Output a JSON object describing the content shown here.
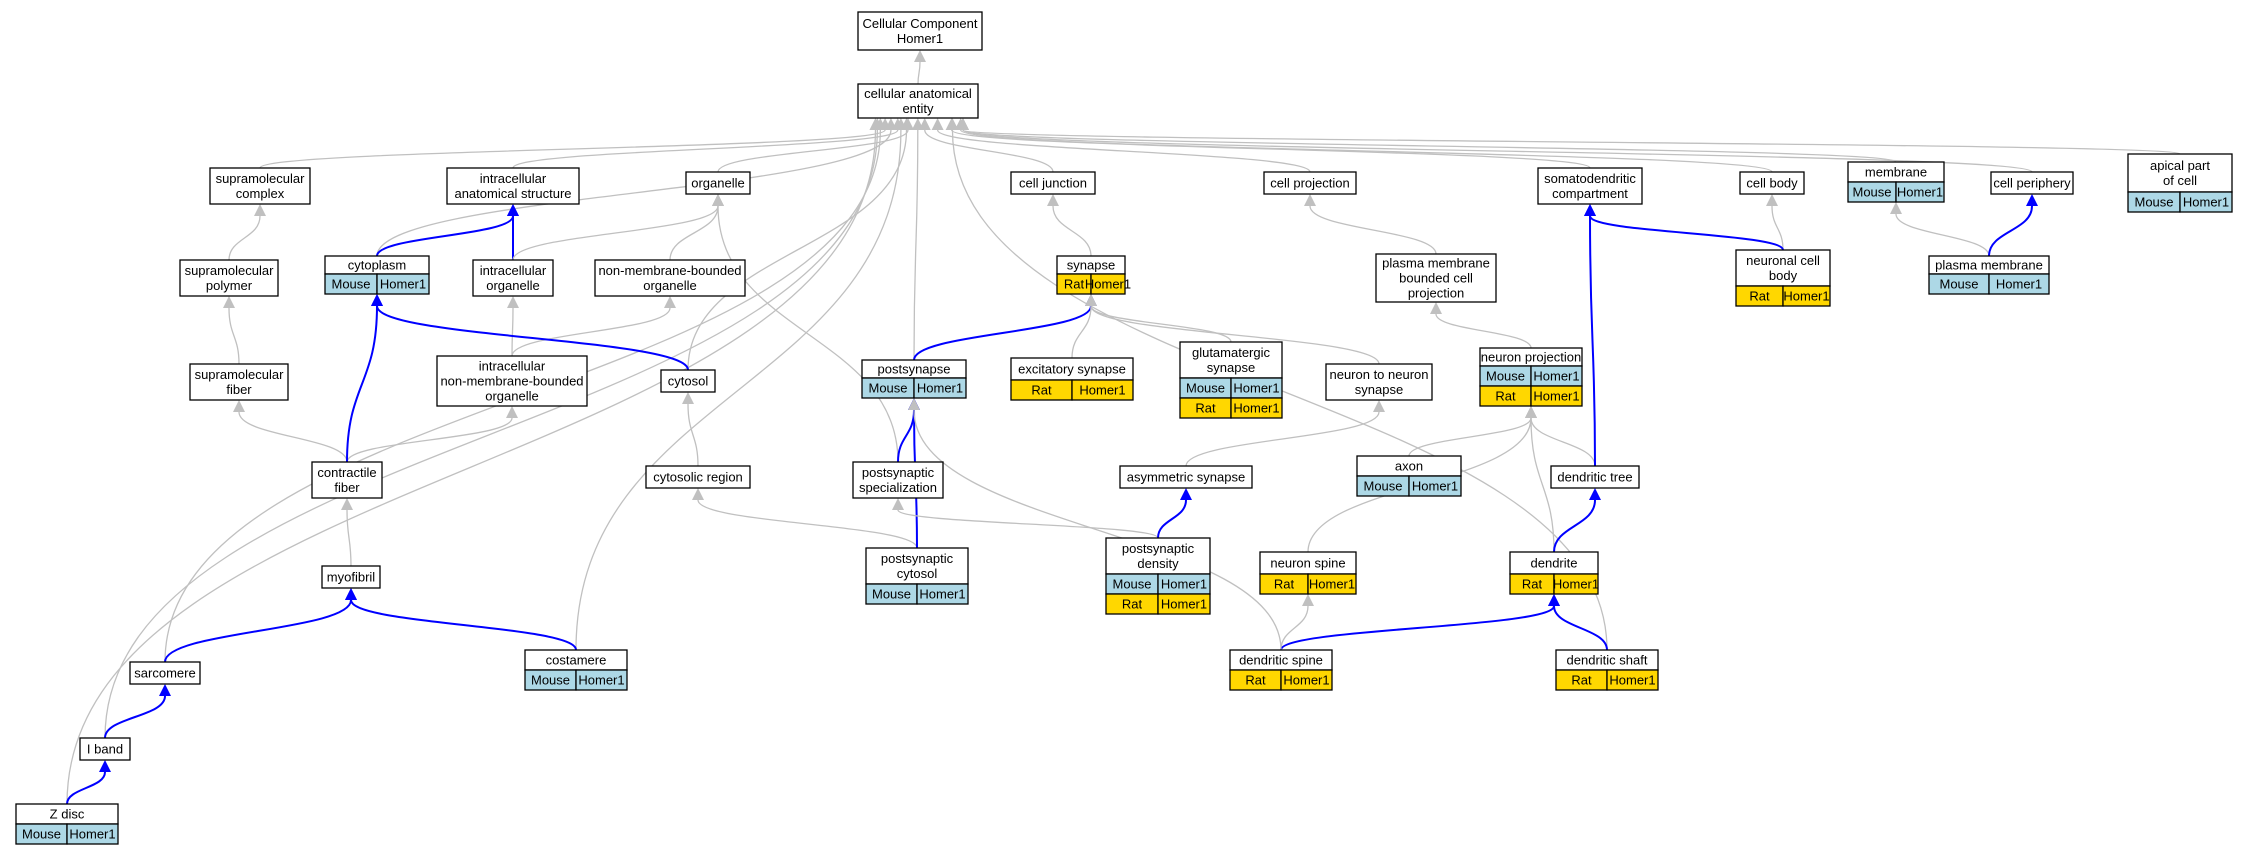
{
  "ontology": "Cellular Component",
  "gene": "Homer1",
  "legend": {
    "mouse_color": "#add8e6",
    "rat_color": "#ffd700",
    "is_a_color": "#c0c0c0",
    "part_of_color": "#0000ff"
  },
  "terms": {
    "root": [
      "Cellular Component",
      "Homer1"
    ],
    "cae": [
      "cellular anatomical",
      "entity"
    ],
    "supra_complex": [
      "supramolecular",
      "complex"
    ],
    "ias": [
      "intracellular",
      "anatomical structure"
    ],
    "organelle": [
      "organelle"
    ],
    "cell_junction": [
      "cell junction"
    ],
    "cell_projection": [
      "cell projection"
    ],
    "somatodendritic": [
      "somatodendritic",
      "compartment"
    ],
    "cell_body": [
      "cell body"
    ],
    "membrane": [
      "membrane"
    ],
    "cell_periphery": [
      "cell periphery"
    ],
    "apical": [
      "apical part",
      "of cell"
    ],
    "supra_polymer": [
      "supramolecular",
      "polymer"
    ],
    "cytoplasm": [
      "cytoplasm"
    ],
    "intra_organelle": [
      "intracellular",
      "organelle"
    ],
    "nmb_organelle": [
      "non-membrane-bounded",
      "organelle"
    ],
    "synapse": [
      "synapse"
    ],
    "pmbcp": [
      "plasma membrane",
      "bounded cell",
      "projection"
    ],
    "neuronal_cell_body": [
      "neuronal cell",
      "body"
    ],
    "plasma_membrane": [
      "plasma membrane"
    ],
    "supra_fiber": [
      "supramolecular",
      "fiber"
    ],
    "inmb_organelle": [
      "intracellular",
      "non-membrane-bounded",
      "organelle"
    ],
    "cytosol": [
      "cytosol"
    ],
    "postsynapse": [
      "postsynapse"
    ],
    "excitatory": [
      "excitatory synapse"
    ],
    "glutamatergic": [
      "glutamatergic",
      "synapse"
    ],
    "n2n_synapse": [
      "neuron to neuron",
      "synapse"
    ],
    "neuron_projection": [
      "neuron projection"
    ],
    "contractile_fiber": [
      "contractile",
      "fiber"
    ],
    "cytosolic_region": [
      "cytosolic region"
    ],
    "ps_specialization": [
      "postsynaptic",
      "specialization"
    ],
    "asym_synapse": [
      "asymmetric synapse"
    ],
    "axon": [
      "axon"
    ],
    "dendritic_tree": [
      "dendritic tree"
    ],
    "myofibril": [
      "myofibril"
    ],
    "ps_cytosol": [
      "postsynaptic",
      "cytosol"
    ],
    "psd": [
      "postsynaptic",
      "density"
    ],
    "neuron_spine": [
      "neuron spine"
    ],
    "dendrite": [
      "dendrite"
    ],
    "sarcomere": [
      "sarcomere"
    ],
    "costamere": [
      "costamere"
    ],
    "dendritic_spine": [
      "dendritic spine"
    ],
    "dendritic_shaft": [
      "dendritic shaft"
    ],
    "i_band": [
      "I band"
    ],
    "z_disc": [
      "Z disc"
    ]
  },
  "annotations": {
    "mouse_label": "Mouse",
    "rat_label": "Rat",
    "gene_label": "Homer1",
    "by_term": {
      "apical": [
        "Mouse"
      ],
      "membrane": [
        "Mouse"
      ],
      "cytoplasm": [
        "Mouse"
      ],
      "synapse": [
        "Rat"
      ],
      "neuronal_cell_body": [
        "Rat"
      ],
      "plasma_membrane": [
        "Mouse"
      ],
      "postsynapse": [
        "Mouse"
      ],
      "excitatory": [
        "Rat"
      ],
      "glutamatergic": [
        "Mouse",
        "Rat"
      ],
      "neuron_projection": [
        "Mouse",
        "Rat"
      ],
      "axon": [
        "Mouse"
      ],
      "ps_cytosol": [
        "Mouse"
      ],
      "psd": [
        "Mouse",
        "Rat"
      ],
      "neuron_spine": [
        "Rat"
      ],
      "dendrite": [
        "Rat"
      ],
      "costamere": [
        "Mouse"
      ],
      "dendritic_spine": [
        "Rat"
      ],
      "dendritic_shaft": [
        "Rat"
      ],
      "z_disc": [
        "Mouse"
      ]
    }
  },
  "edges": [
    {
      "from": "cae",
      "to": "root",
      "relation": "is_a"
    },
    {
      "from": "supra_complex",
      "to": "cae",
      "relation": "is_a"
    },
    {
      "from": "ias",
      "to": "cae",
      "relation": "is_a"
    },
    {
      "from": "organelle",
      "to": "cae",
      "relation": "is_a"
    },
    {
      "from": "cell_junction",
      "to": "cae",
      "relation": "is_a"
    },
    {
      "from": "cell_projection",
      "to": "cae",
      "relation": "is_a"
    },
    {
      "from": "somatodendritic",
      "to": "cae",
      "relation": "is_a"
    },
    {
      "from": "cell_body",
      "to": "cae",
      "relation": "is_a"
    },
    {
      "from": "membrane",
      "to": "cae",
      "relation": "is_a"
    },
    {
      "from": "cell_periphery",
      "to": "cae",
      "relation": "is_a"
    },
    {
      "from": "apical",
      "to": "cae",
      "relation": "is_a"
    },
    {
      "from": "cytoplasm",
      "to": "cae",
      "relation": "is_a"
    },
    {
      "from": "postsynapse",
      "to": "cae",
      "relation": "is_a"
    },
    {
      "from": "cytosol",
      "to": "cae",
      "relation": "is_a"
    },
    {
      "from": "costamere",
      "to": "cae",
      "relation": "is_a"
    },
    {
      "from": "dendritic_shaft",
      "to": "cae",
      "relation": "is_a"
    },
    {
      "from": "sarcomere",
      "to": "cae",
      "relation": "is_a"
    },
    {
      "from": "i_band",
      "to": "cae",
      "relation": "is_a"
    },
    {
      "from": "z_disc",
      "to": "cae",
      "relation": "is_a"
    },
    {
      "from": "supra_polymer",
      "to": "supra_complex",
      "relation": "is_a"
    },
    {
      "from": "supra_fiber",
      "to": "supra_polymer",
      "relation": "is_a"
    },
    {
      "from": "contractile_fiber",
      "to": "supra_fiber",
      "relation": "is_a"
    },
    {
      "from": "contractile_fiber",
      "to": "inmb_organelle",
      "relation": "is_a"
    },
    {
      "from": "myofibril",
      "to": "contractile_fiber",
      "relation": "is_a"
    },
    {
      "from": "cytoplasm",
      "to": "ias",
      "relation": "part_of"
    },
    {
      "from": "intra_organelle",
      "to": "ias",
      "relation": "part_of"
    },
    {
      "from": "intra_organelle",
      "to": "organelle",
      "relation": "is_a"
    },
    {
      "from": "nmb_organelle",
      "to": "organelle",
      "relation": "is_a"
    },
    {
      "from": "inmb_organelle",
      "to": "intra_organelle",
      "relation": "is_a"
    },
    {
      "from": "inmb_organelle",
      "to": "nmb_organelle",
      "relation": "is_a"
    },
    {
      "from": "contractile_fiber",
      "to": "cytoplasm",
      "relation": "part_of"
    },
    {
      "from": "cytosol",
      "to": "cytoplasm",
      "relation": "part_of"
    },
    {
      "from": "cytosolic_region",
      "to": "cytosol",
      "relation": "is_a"
    },
    {
      "from": "ps_cytosol",
      "to": "cytosolic_region",
      "relation": "is_a"
    },
    {
      "from": "ps_specialization",
      "to": "organelle",
      "relation": "is_a"
    },
    {
      "from": "ps_specialization",
      "to": "postsynapse",
      "relation": "part_of"
    },
    {
      "from": "ps_cytosol",
      "to": "postsynapse",
      "relation": "part_of"
    },
    {
      "from": "psd",
      "to": "ps_specialization",
      "relation": "is_a"
    },
    {
      "from": "psd",
      "to": "asym_synapse",
      "relation": "part_of"
    },
    {
      "from": "postsynapse",
      "to": "synapse",
      "relation": "part_of"
    },
    {
      "from": "synapse",
      "to": "cell_junction",
      "relation": "is_a"
    },
    {
      "from": "excitatory",
      "to": "synapse",
      "relation": "is_a"
    },
    {
      "from": "glutamatergic",
      "to": "synapse",
      "relation": "is_a"
    },
    {
      "from": "n2n_synapse",
      "to": "synapse",
      "relation": "is_a"
    },
    {
      "from": "asym_synapse",
      "to": "n2n_synapse",
      "relation": "is_a"
    },
    {
      "from": "pmbcp",
      "to": "cell_projection",
      "relation": "is_a"
    },
    {
      "from": "neuron_projection",
      "to": "pmbcp",
      "relation": "is_a"
    },
    {
      "from": "axon",
      "to": "neuron_projection",
      "relation": "is_a"
    },
    {
      "from": "dendritic_tree",
      "to": "neuron_projection",
      "relation": "is_a"
    },
    {
      "from": "dendritic_tree",
      "to": "somatodendritic",
      "relation": "part_of"
    },
    {
      "from": "dendrite",
      "to": "neuron_projection",
      "relation": "is_a"
    },
    {
      "from": "dendrite",
      "to": "dendritic_tree",
      "relation": "part_of"
    },
    {
      "from": "neuron_spine",
      "to": "neuron_projection",
      "relation": "is_a"
    },
    {
      "from": "dendritic_spine",
      "to": "neuron_spine",
      "relation": "is_a"
    },
    {
      "from": "dendritic_spine",
      "to": "dendrite",
      "relation": "part_of"
    },
    {
      "from": "dendritic_spine",
      "to": "postsynapse",
      "relation": "is_a"
    },
    {
      "from": "dendritic_shaft",
      "to": "dendrite",
      "relation": "part_of"
    },
    {
      "from": "neuronal_cell_body",
      "to": "cell_body",
      "relation": "is_a"
    },
    {
      "from": "neuronal_cell_body",
      "to": "somatodendritic",
      "relation": "part_of"
    },
    {
      "from": "plasma_membrane",
      "to": "membrane",
      "relation": "is_a"
    },
    {
      "from": "plasma_membrane",
      "to": "cell_periphery",
      "relation": "part_of"
    },
    {
      "from": "sarcomere",
      "to": "myofibril",
      "relation": "part_of"
    },
    {
      "from": "costamere",
      "to": "myofibril",
      "relation": "part_of"
    },
    {
      "from": "i_band",
      "to": "sarcomere",
      "relation": "part_of"
    },
    {
      "from": "z_disc",
      "to": "i_band",
      "relation": "part_of"
    }
  ]
}
